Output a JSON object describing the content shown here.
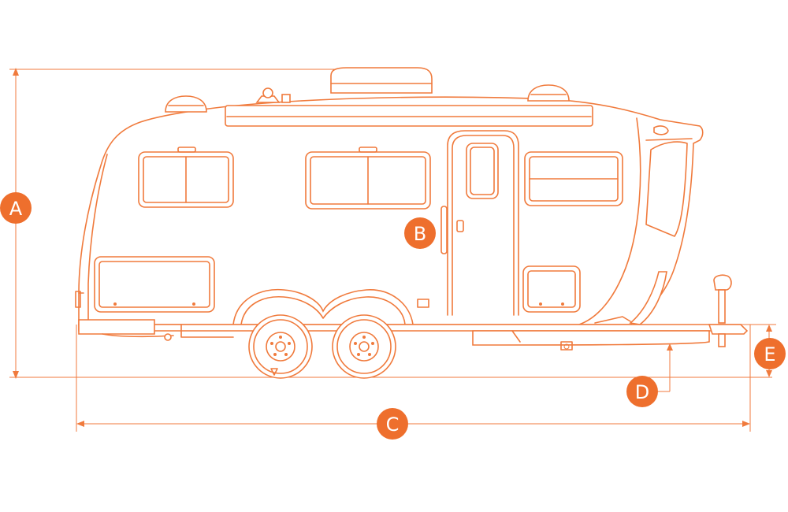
{
  "colors": {
    "line": "#f07a3c",
    "badge": "#ee6f2d"
  },
  "dimensions": {
    "A": {
      "label": "A"
    },
    "B": {
      "label": "B"
    },
    "C": {
      "label": "C"
    },
    "D": {
      "label": "D"
    },
    "E": {
      "label": "E"
    }
  }
}
